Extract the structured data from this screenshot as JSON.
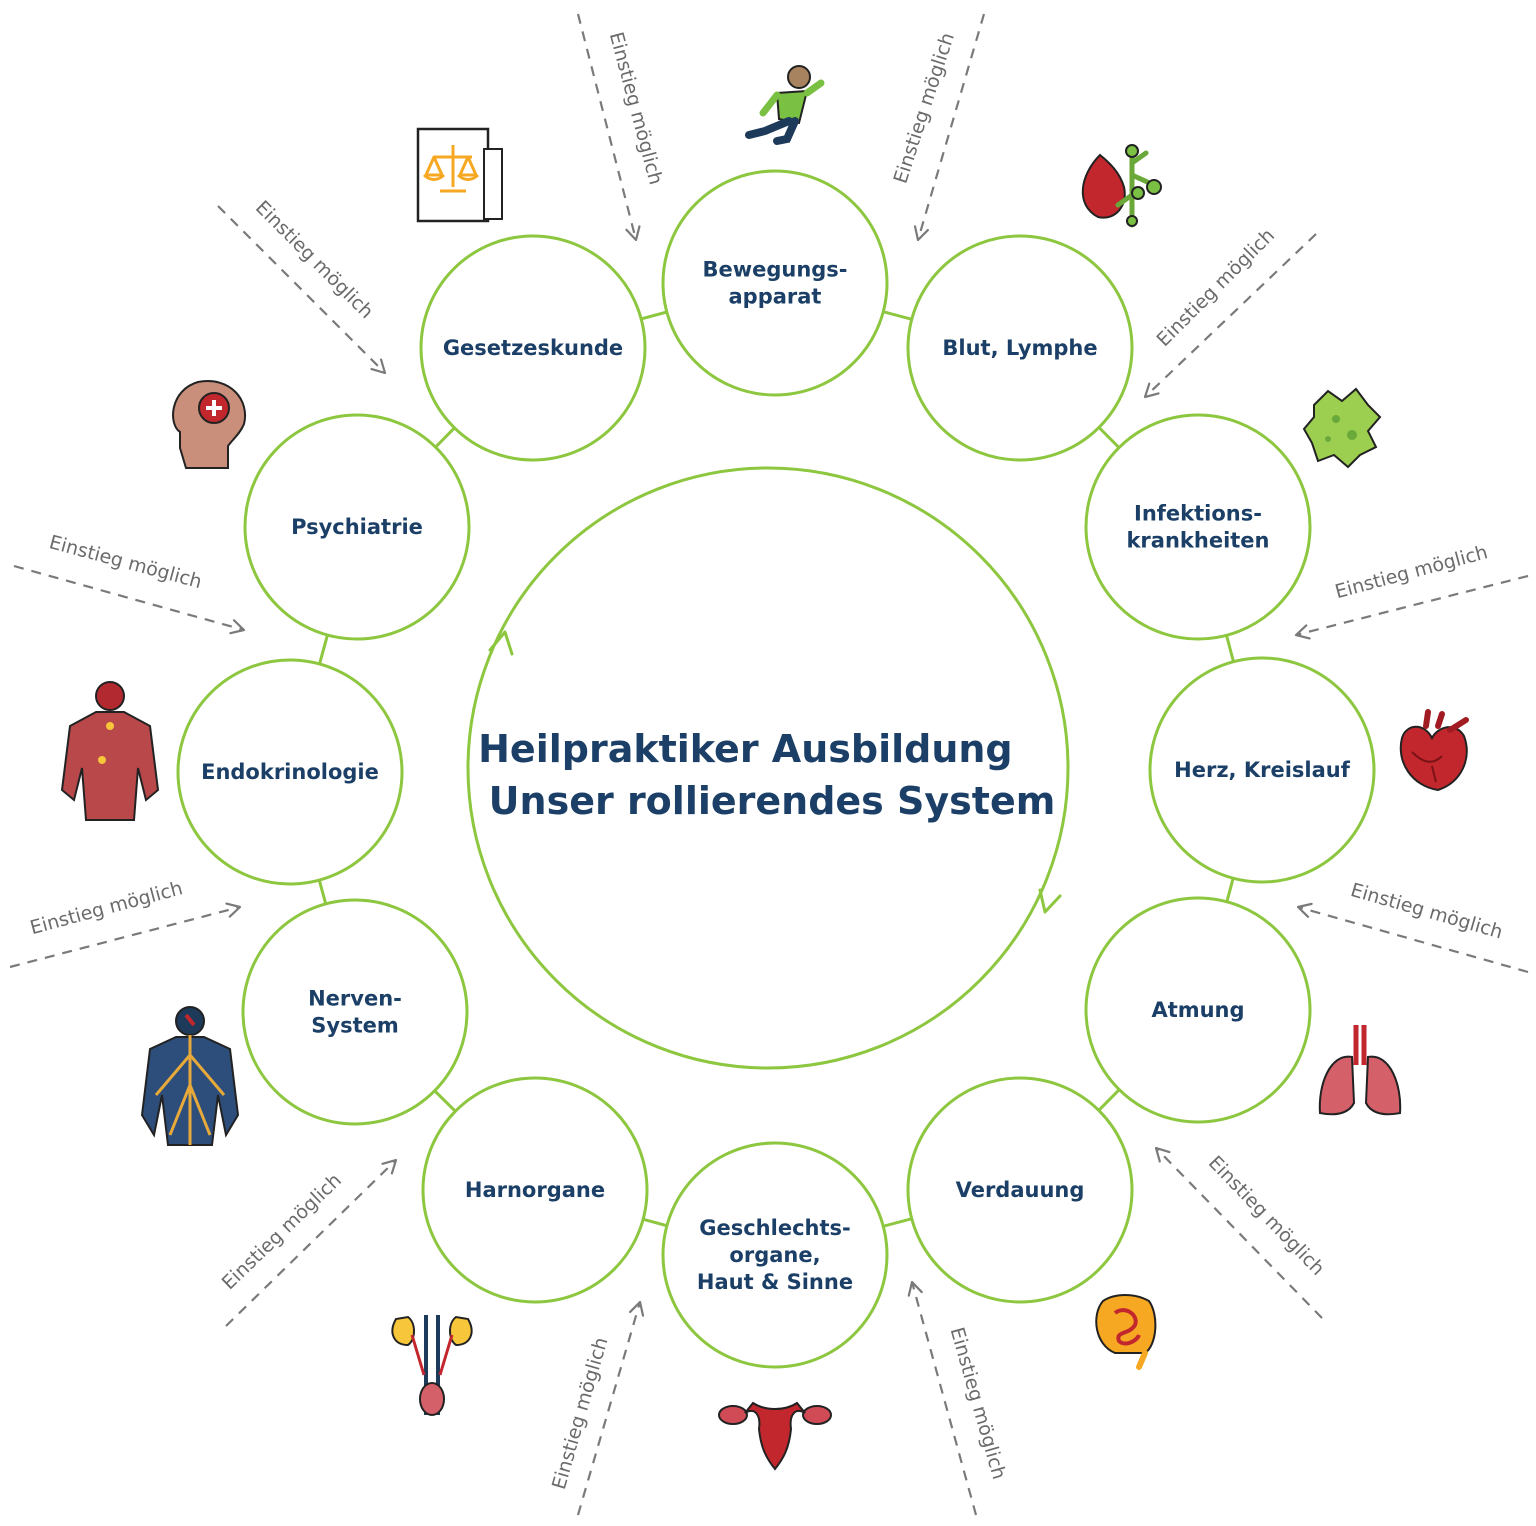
{
  "title": {
    "lines": [
      "Heilpraktiker Ausbildung",
      "Unser rollierendes System"
    ]
  },
  "entry_label": "Einstieg möglich",
  "colors": {
    "ring": "#8dc63f",
    "text": "#1b3f66",
    "arrow": "#7a7a7a"
  },
  "nodes": [
    {
      "id": "bewegung",
      "lines": [
        "Bewegungs-",
        "apparat"
      ],
      "icon": "running-person-icon"
    },
    {
      "id": "blut",
      "lines": [
        "Blut, Lymphe"
      ],
      "icon": "spleen-lymph-icon"
    },
    {
      "id": "infektion",
      "lines": [
        "Infektions-",
        "krankheiten"
      ],
      "icon": "virus-icon"
    },
    {
      "id": "herz",
      "lines": [
        "Herz, Kreislauf"
      ],
      "icon": "heart-icon"
    },
    {
      "id": "atmung",
      "lines": [
        "Atmung"
      ],
      "icon": "lungs-icon"
    },
    {
      "id": "verdauung",
      "lines": [
        "Verdauung"
      ],
      "icon": "intestine-icon"
    },
    {
      "id": "geschlecht",
      "lines": [
        "Geschlechts-",
        "organe,",
        "Haut & Sinne"
      ],
      "icon": "uterus-icon"
    },
    {
      "id": "harn",
      "lines": [
        "Harnorgane"
      ],
      "icon": "kidneys-icon"
    },
    {
      "id": "nerven",
      "lines": [
        "Nerven-",
        "System"
      ],
      "icon": "nervous-system-icon"
    },
    {
      "id": "endo",
      "lines": [
        "Endokrinologie"
      ],
      "icon": "endocrine-body-icon"
    },
    {
      "id": "psych",
      "lines": [
        "Psychiatrie"
      ],
      "icon": "head-cross-icon"
    },
    {
      "id": "gesetz",
      "lines": [
        "Gesetzeskunde"
      ],
      "icon": "law-document-icon"
    }
  ]
}
